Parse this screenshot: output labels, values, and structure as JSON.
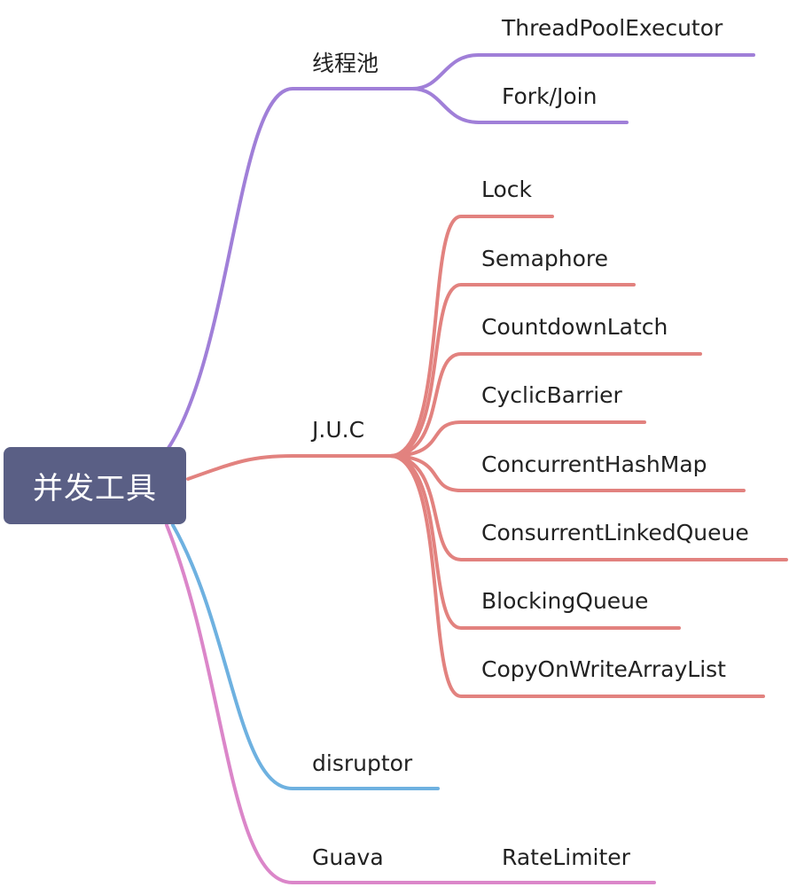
{
  "root": {
    "label": "并发工具"
  },
  "branches": [
    {
      "label": "线程池",
      "color": "#a07fd8",
      "children": [
        "ThreadPoolExecutor",
        "Fork/Join"
      ]
    },
    {
      "label": "J.U.C",
      "color": "#e2827f",
      "children": [
        "Lock",
        "Semaphore",
        "CountdownLatch",
        "CyclicBarrier",
        "ConcurrentHashMap",
        "ConsurrentLinkedQueue",
        "BlockingQueue",
        "CopyOnWriteArrayList"
      ]
    },
    {
      "label": "disruptor",
      "color": "#6eb1e0",
      "children": []
    },
    {
      "label": "Guava",
      "color": "#db86c9",
      "children": [
        "RateLimiter"
      ]
    }
  ]
}
